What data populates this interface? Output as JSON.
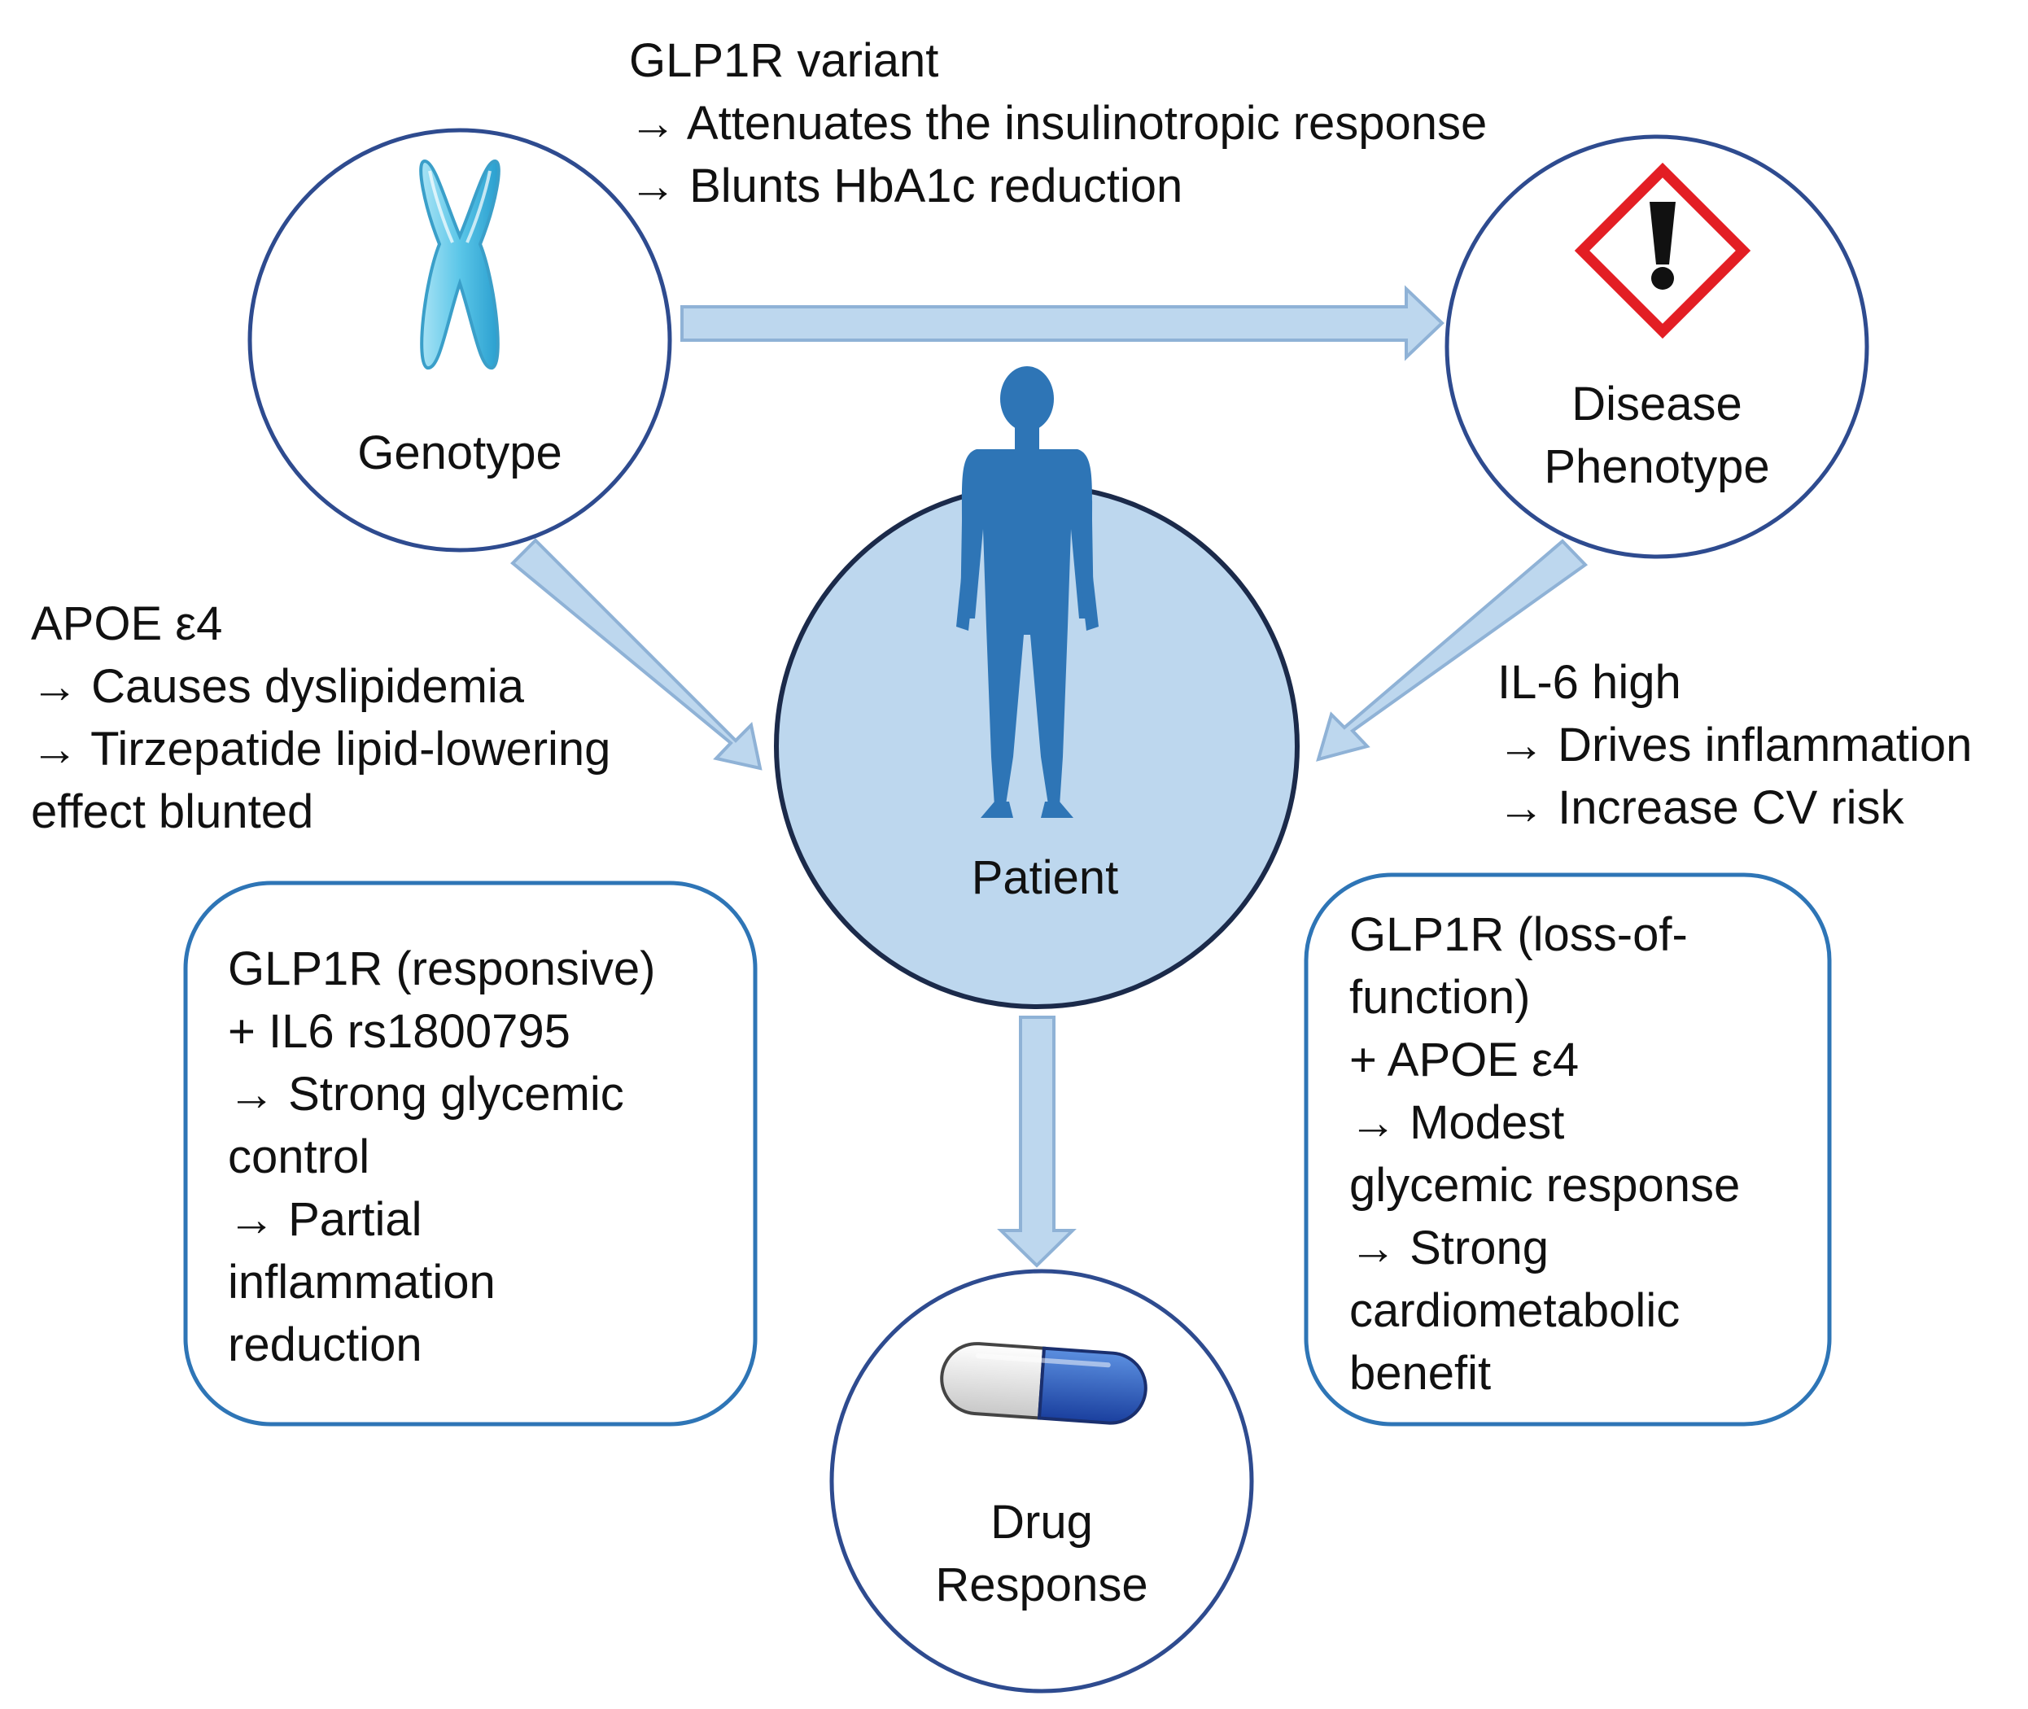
{
  "nodes": {
    "genotype": {
      "label": "Genotype"
    },
    "phenotype": {
      "line1": "Disease",
      "line2": "Phenotype"
    },
    "patient": {
      "label": "Patient"
    },
    "drug": {
      "line1": "Drug",
      "line2": "Response"
    }
  },
  "annotations": {
    "top": [
      "GLP1R variant",
      "→ Attenuates the insulinotropic response",
      "→ Blunts HbA1c reduction"
    ],
    "left": [
      "APOE ε4",
      "→ Causes  dyslipidemia",
      "→ Tirzepatide lipid-lowering",
      "effect blunted"
    ],
    "right": [
      "IL-6 high",
      "→ Drives inflammation",
      "→ Increase CV risk"
    ]
  },
  "boxes": {
    "left": [
      "GLP1R (responsive)",
      "+ IL6 rs1800795",
      "→ Strong glycemic",
      "control",
      "→ Partial",
      "inflammation",
      "reduction"
    ],
    "right": [
      "GLP1R (loss-of-",
      "function)",
      "+ APOE ε4",
      "→ Modest",
      "glycemic response",
      "→ Strong",
      "cardiometabolic",
      "benefit"
    ]
  },
  "icons": [
    "chromosome-icon",
    "hazard-warning-icon",
    "human-figure-icon",
    "capsule-icon"
  ],
  "colors": {
    "circle_stroke": "#2e4b8f",
    "patient_fill": "#bdd7ee",
    "patient_stroke": "#1b2a4a",
    "arrow_fill": "#bdd7ee",
    "arrow_stroke": "#8fb2d6",
    "box_stroke": "#2e75b6",
    "human": "#2e75b6",
    "hazard": "#e31e24",
    "chromosome": "#5bc6e8"
  }
}
